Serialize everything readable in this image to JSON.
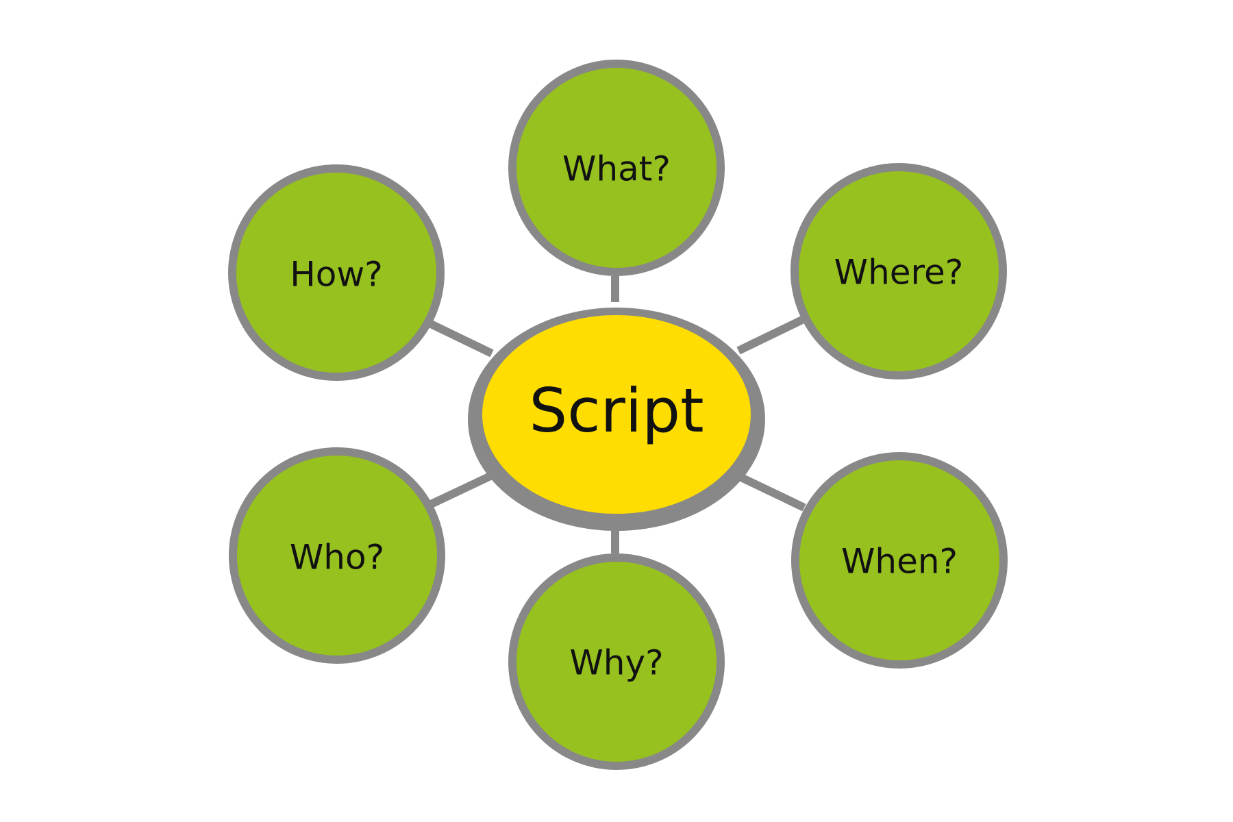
{
  "colors": {
    "background": "#ffffff",
    "stroke": "#888888",
    "center_fill": "#ffdd00",
    "node_fill": "#96c11f",
    "text": "#111111"
  },
  "center": {
    "label": "Script"
  },
  "nodes": [
    {
      "label": "What?"
    },
    {
      "label": "How?"
    },
    {
      "label": "Where?"
    },
    {
      "label": "Who?"
    },
    {
      "label": "When?"
    },
    {
      "label": "Why?"
    }
  ]
}
